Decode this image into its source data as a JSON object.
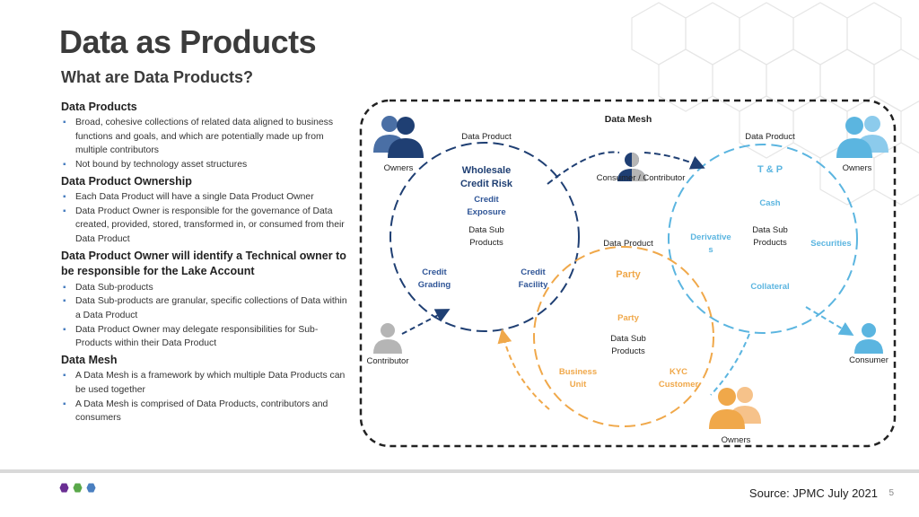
{
  "title": "Data as Products",
  "subtitle": "What are Data Products?",
  "sections": {
    "s1": {
      "heading": "Data Products",
      "bullets": [
        "Broad, cohesive collections of related data aligned to business functions and goals, and which are potentially made up from multiple contributors",
        "Not bound by technology asset structures"
      ]
    },
    "s2": {
      "heading": "Data Product Ownership",
      "bullets": [
        "Each Data Product will have a single Data Product Owner",
        "Data Product Owner is responsible for the governance of Data created, provided, stored, transformed in, or consumed from their Data Product"
      ]
    },
    "s3": {
      "heading": "Data Product Owner will identify a Technical owner to be responsible for the Lake Account",
      "bullets": [
        "Data Sub-products",
        "Data Sub-products are granular, specific collections of Data within a Data Product",
        "Data Product Owner may delegate responsibilities for Sub-Products within their Data Product"
      ]
    },
    "s4": {
      "heading": "Data Mesh",
      "bullets": [
        "A  Data Mesh is a framework by which multiple Data Products can be used together",
        "A Data Mesh is comprised of  Data Products, contributors and consumers"
      ]
    }
  },
  "diagram": {
    "mesh_label": "Data Mesh",
    "owners_label": "Owners",
    "contributor_label": "Contributor",
    "consumer_label": "Consumer",
    "consumer_contributor_label": "Consumer / Contributor",
    "data_product_label": "Data Product",
    "sub_products_line1": "Data Sub",
    "sub_products_line2": "Products",
    "wholesale": {
      "title1": "Wholesale",
      "title2": "Credit Risk",
      "exposure1": "Credit",
      "exposure2": "Exposure",
      "grading1": "Credit",
      "grading2": "Grading",
      "facility1": "Credit",
      "facility2": "Facility"
    },
    "tp": {
      "title": "T & P",
      "cash": "Cash",
      "derivatives1": "Derivative",
      "derivatives2": "s",
      "securities": "Securities",
      "collateral": "Collateral"
    },
    "party": {
      "title": "Party",
      "sub": "Party",
      "bu1": "Business",
      "bu2": "Unit",
      "kyc1": "KYC",
      "kyc2": "Customer"
    },
    "colors": {
      "navy": "#1f3f73",
      "lightblue": "#5bb5e0",
      "orange": "#f0a84a"
    }
  },
  "footer": {
    "source": "Source: JPMC July 2021",
    "page": "5",
    "dot_colors": [
      "#6a2e93",
      "#5aa84a",
      "#4a7fc0"
    ]
  }
}
